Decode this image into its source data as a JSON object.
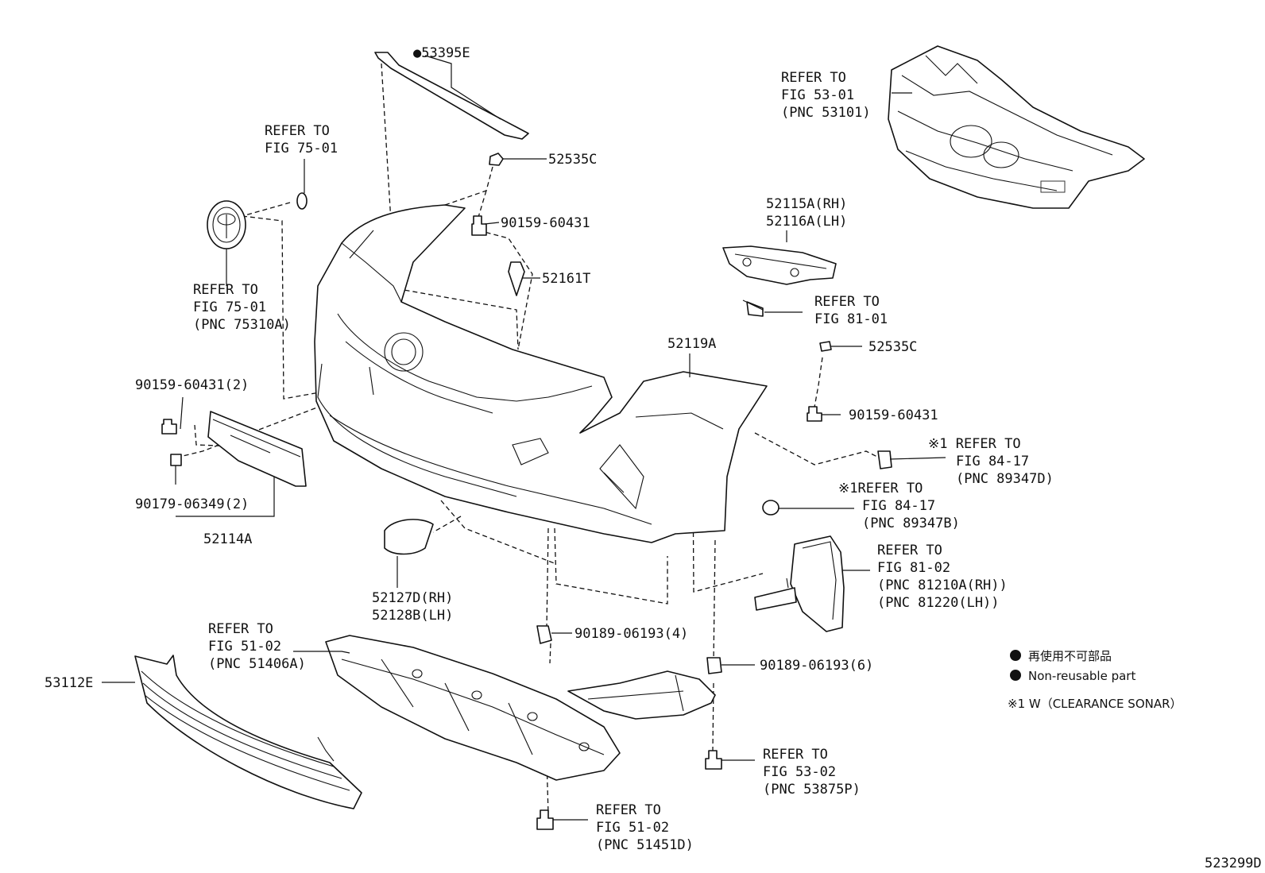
{
  "labels": {
    "p53395e": "●53395E",
    "p52535c_top": "52535C",
    "p90159_top": "90159-60431",
    "p52161t": "52161T",
    "fig7501_a": [
      "REFER TO",
      "FIG 75-01"
    ],
    "fig7501_b": [
      "REFER TO",
      "FIG 75-01",
      "(PNC 75310A)"
    ],
    "fig5301": [
      "REFER TO",
      "FIG 53-01",
      "(PNC 53101)"
    ],
    "p5211x": [
      "52115A(RH)",
      "52116A(LH)"
    ],
    "fig8101": [
      "REFER TO",
      "FIG 81-01"
    ],
    "p52119a": "52119A",
    "p52535c_right": "52535C",
    "p90159_right": "90159-60431",
    "p90159_left": "90159-60431(2)",
    "p90179": "90179-06349(2)",
    "p52114a": "52114A",
    "fig8417_a": [
      "※1 REFER TO",
      "FIG 84-17",
      "(PNC 89347D)"
    ],
    "fig8417_b": [
      "※1REFER TO",
      "FIG 84-17",
      "(PNC 89347B)"
    ],
    "fig8102": [
      "REFER TO",
      "FIG 81-02",
      "(PNC 81210A(RH))",
      "(PNC 81220(LH))"
    ],
    "p5212x": [
      "52127D(RH)",
      "52128B(LH)"
    ],
    "fig5102_a": [
      "REFER TO",
      "FIG 51-02",
      "(PNC 51406A)"
    ],
    "p90189_4": "90189-06193(4)",
    "p90189_6": "90189-06193(6)",
    "p53112e": "53112E",
    "fig5302": [
      "REFER TO",
      "FIG 53-02",
      "(PNC 53875P)"
    ],
    "fig5102_b": [
      "REFER TO",
      "FIG 51-02",
      "(PNC 51451D)"
    ],
    "diagram_id": "523299D"
  },
  "legend": {
    "ja": "再使用不可部品",
    "en": "Non-reusable part",
    "note": "※1 W（CLEARANCE SONAR）"
  }
}
